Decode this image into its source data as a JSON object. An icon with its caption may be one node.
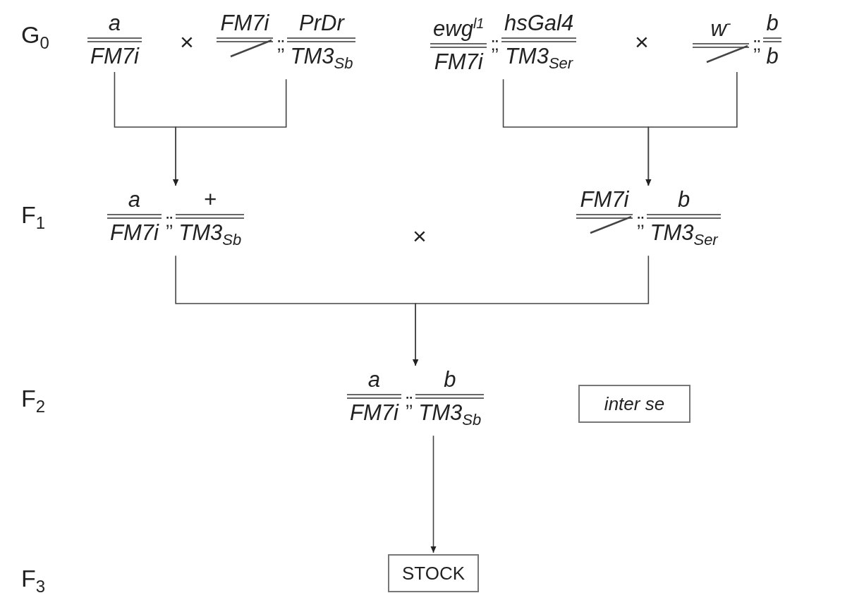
{
  "diagram": {
    "nodes": [
      {
        "text": [
          "a",
          "FM7i"
        ]
      },
      {
        "text": [
          "FM7i",
          ";;",
          "PrDr",
          "TM3$_{Sb}$"
        ]
      },
      {
        "text": [
          "ewg$^{l1}$",
          "FM7i",
          ";;",
          "hsGal4",
          "TM3$_{Ser}$"
        ]
      },
      {
        "text": [
          "w$^{-}$",
          ";;",
          "b",
          "b"
        ]
      },
      {
        "text": [
          "a",
          "FM7i",
          ";;",
          "+",
          "TM3$_{Sb}$"
        ]
      },
      {
        "text": [
          "FM7i",
          ";;",
          "b",
          "TM3$_{Ser}$"
        ]
      },
      {
        "text": [
          "a",
          "FM7i",
          ";;",
          "b",
          "TM3$_{Sb}$"
        ]
      },
      {
        "text": [
          "inter se"
        ]
      },
      {
        "text": [
          "STOCK"
        ]
      }
    ],
    "edges": [
      {
        "from": 0,
        "to": 4,
        "arrow": "to"
      },
      {
        "from": 1,
        "to": 4,
        "arrow": "to"
      },
      {
        "from": 2,
        "to": 5,
        "arrow": "to"
      },
      {
        "from": 3,
        "to": 5,
        "arrow": "to"
      },
      {
        "from": 4,
        "to": 6,
        "arrow": "to"
      },
      {
        "from": 5,
        "to": 6,
        "arrow": "to"
      },
      {
        "from": 6,
        "to": 8,
        "arrow": "to"
      }
    ],
    "labels": [
      "G$_{0}$",
      "×",
      "×",
      "F$_{1}$",
      "×",
      "F$_{2}$",
      "F$_{3}$"
    ]
  }
}
